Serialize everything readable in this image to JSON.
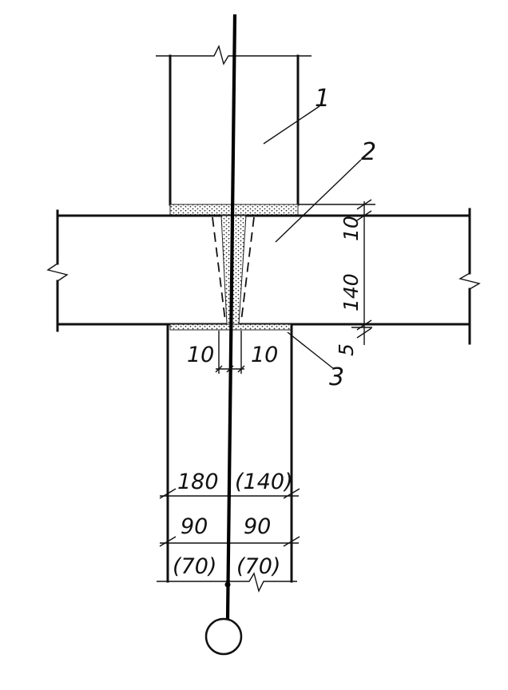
{
  "labels": {
    "item_1": "1",
    "item_2": "2",
    "item_3": "3"
  },
  "dimensions": {
    "top_layer": "10",
    "slab_thickness": "140",
    "bottom_layer": "5",
    "gap_left": "10",
    "gap_right": "10",
    "wall_left_row1": "180",
    "wall_right_row1": "(140)",
    "wall_left_row2": "90",
    "wall_right_row2": "90",
    "wall_left_row3": "(70)",
    "wall_right_row3": "(70)"
  }
}
